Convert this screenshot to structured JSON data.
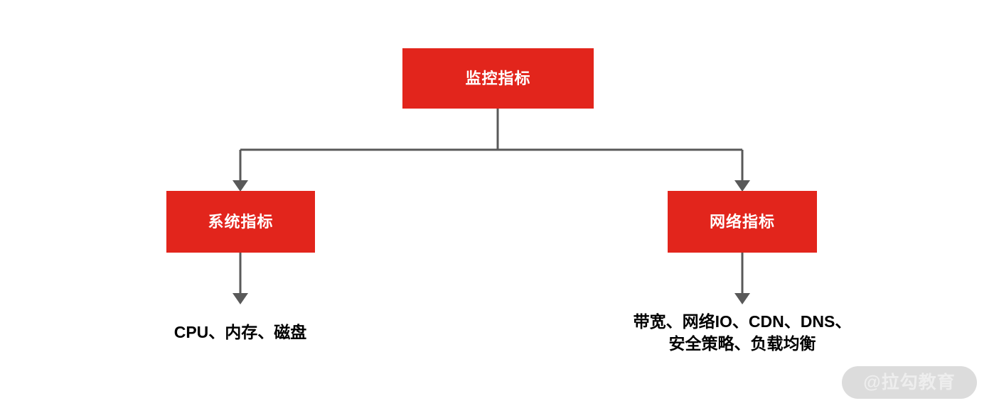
{
  "diagram": {
    "title": "监控指标",
    "stroke_color": "#595959",
    "node_fill_color": "#E2251C",
    "node_text_color": "#FFFFFF",
    "caption_text_color": "#000000",
    "nodes": {
      "root": {
        "label": "监控指标"
      },
      "system": {
        "label": "系统指标"
      },
      "network": {
        "label": "网络指标"
      }
    },
    "captions": {
      "system": "CPU、内存、磁盘",
      "network": "带宽、网络IO、CDN、DNS、\n安全策略、负载均衡"
    }
  },
  "watermark": {
    "label": "@拉勾教育",
    "pill_color": "#DCDCDC",
    "text_color": "#EEEEEE"
  }
}
